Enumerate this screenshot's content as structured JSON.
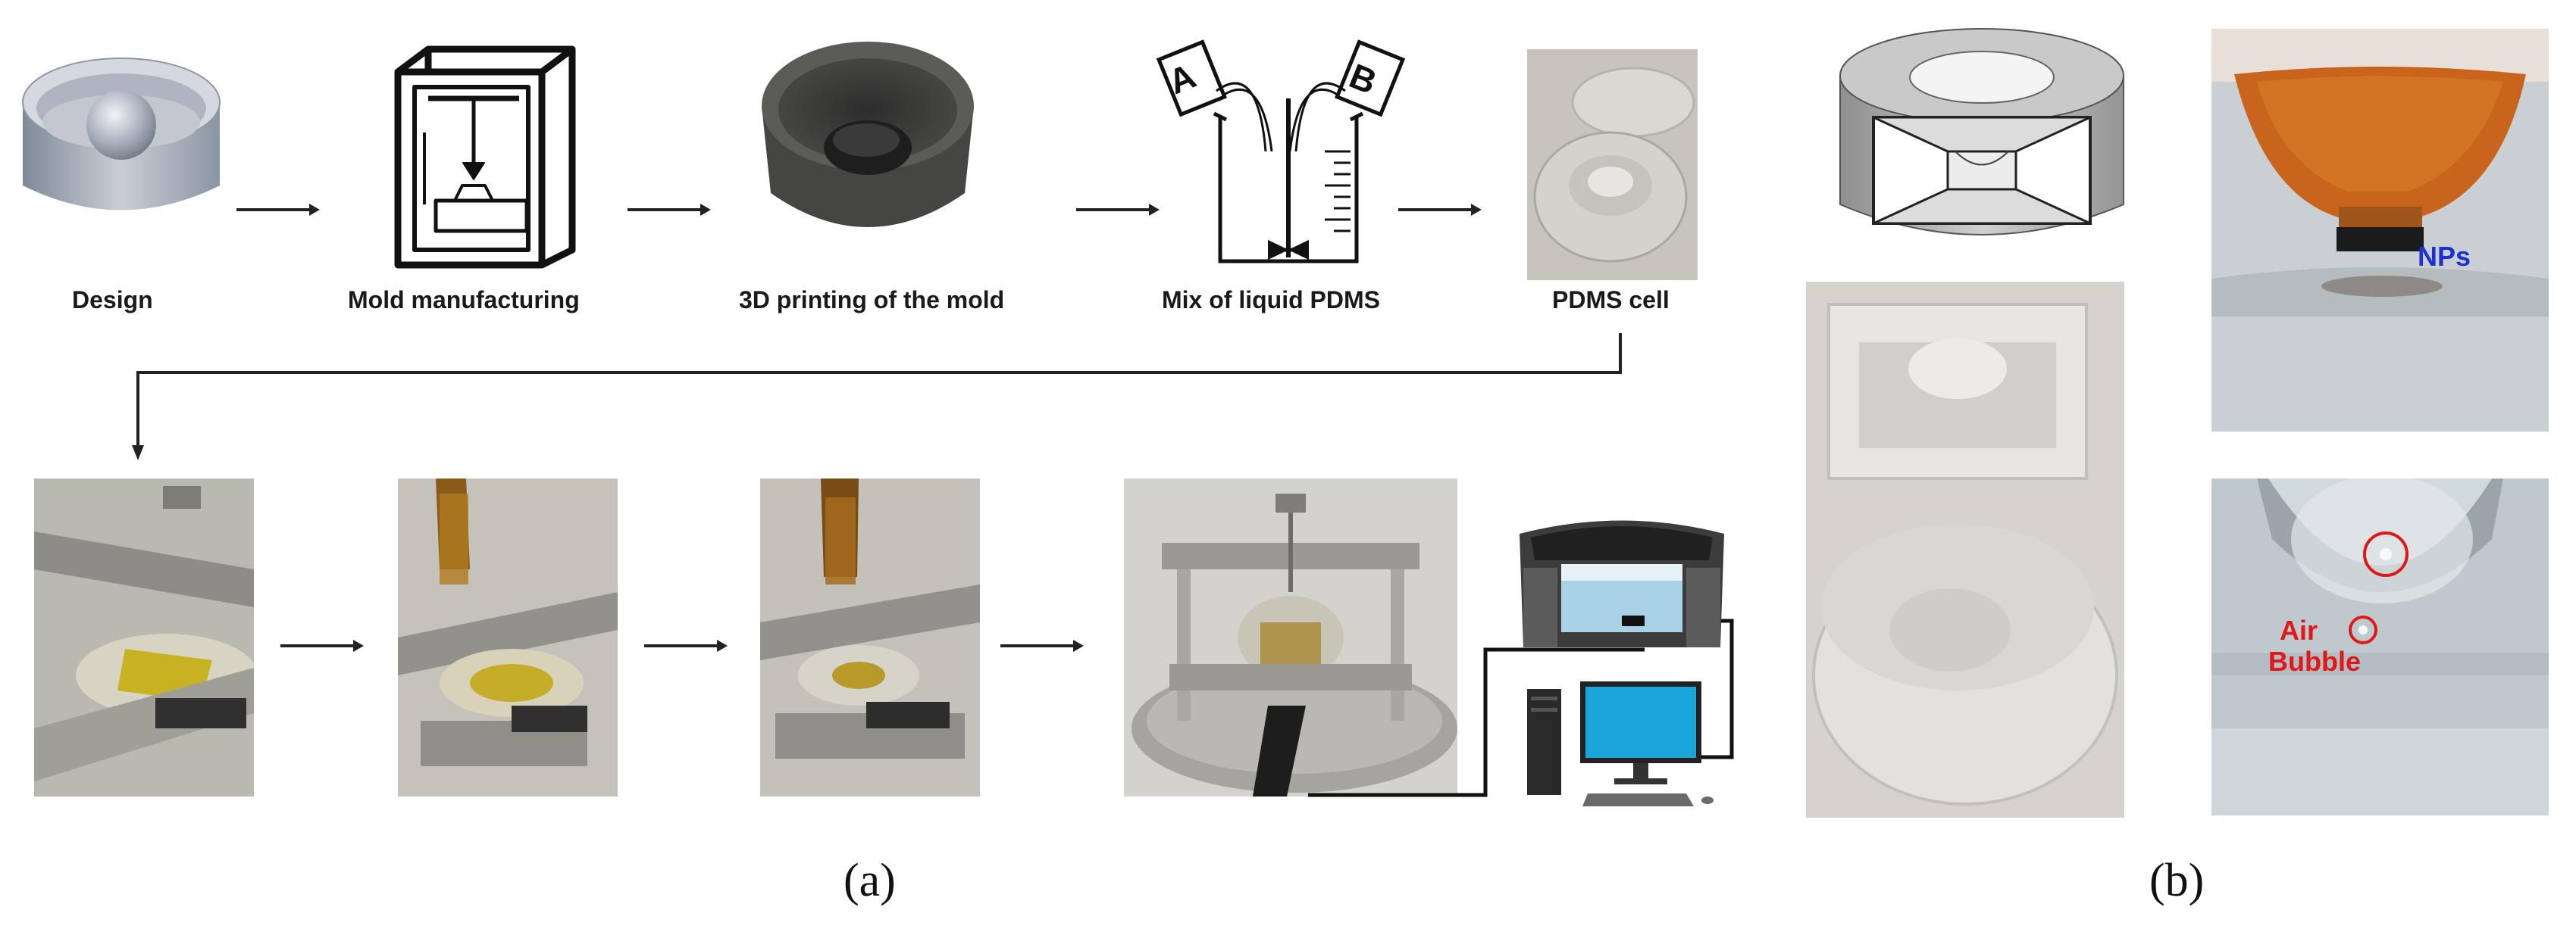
{
  "panel_a": {
    "label": "(a)",
    "steps": [
      {
        "label": "Design"
      },
      {
        "label": "Mold manufacturing"
      },
      {
        "label": "3D printing of the mold"
      },
      {
        "label": "Mix of liquid PDMS"
      },
      {
        "label": "PDMS cell"
      }
    ],
    "beaker_tags": [
      "A",
      "B"
    ]
  },
  "panel_b": {
    "label": "(b)",
    "nps_label": "NPs",
    "air_bubble_label_1": "Air",
    "air_bubble_label_2": "Bubble",
    "colors": {
      "nps_text": "#1f2fd6",
      "air_bubble_text": "#e01818",
      "ferrofluid": "#c8641c"
    }
  }
}
